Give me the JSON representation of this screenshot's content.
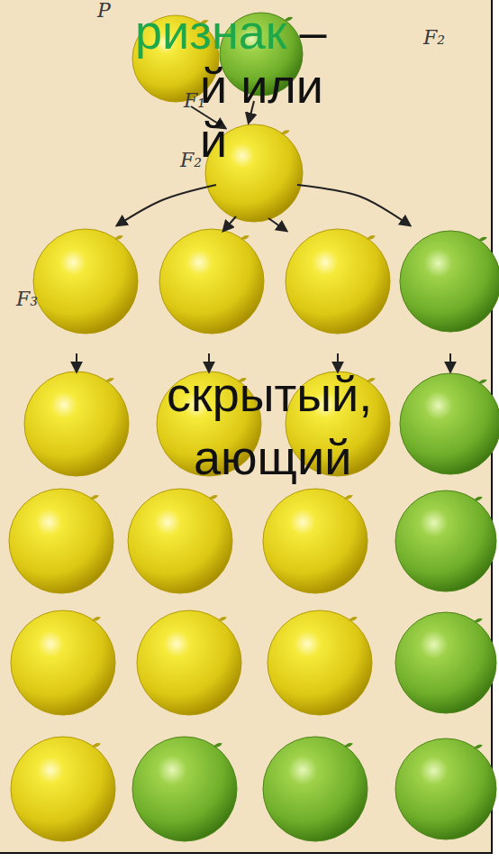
{
  "diagram": {
    "labels": [
      "P",
      "ризнак",
      "–",
      "F₂",
      "й или",
      "F₁",
      "й",
      "F₂",
      "F₃",
      "скрытый,",
      "ающий"
    ]
  }
}
